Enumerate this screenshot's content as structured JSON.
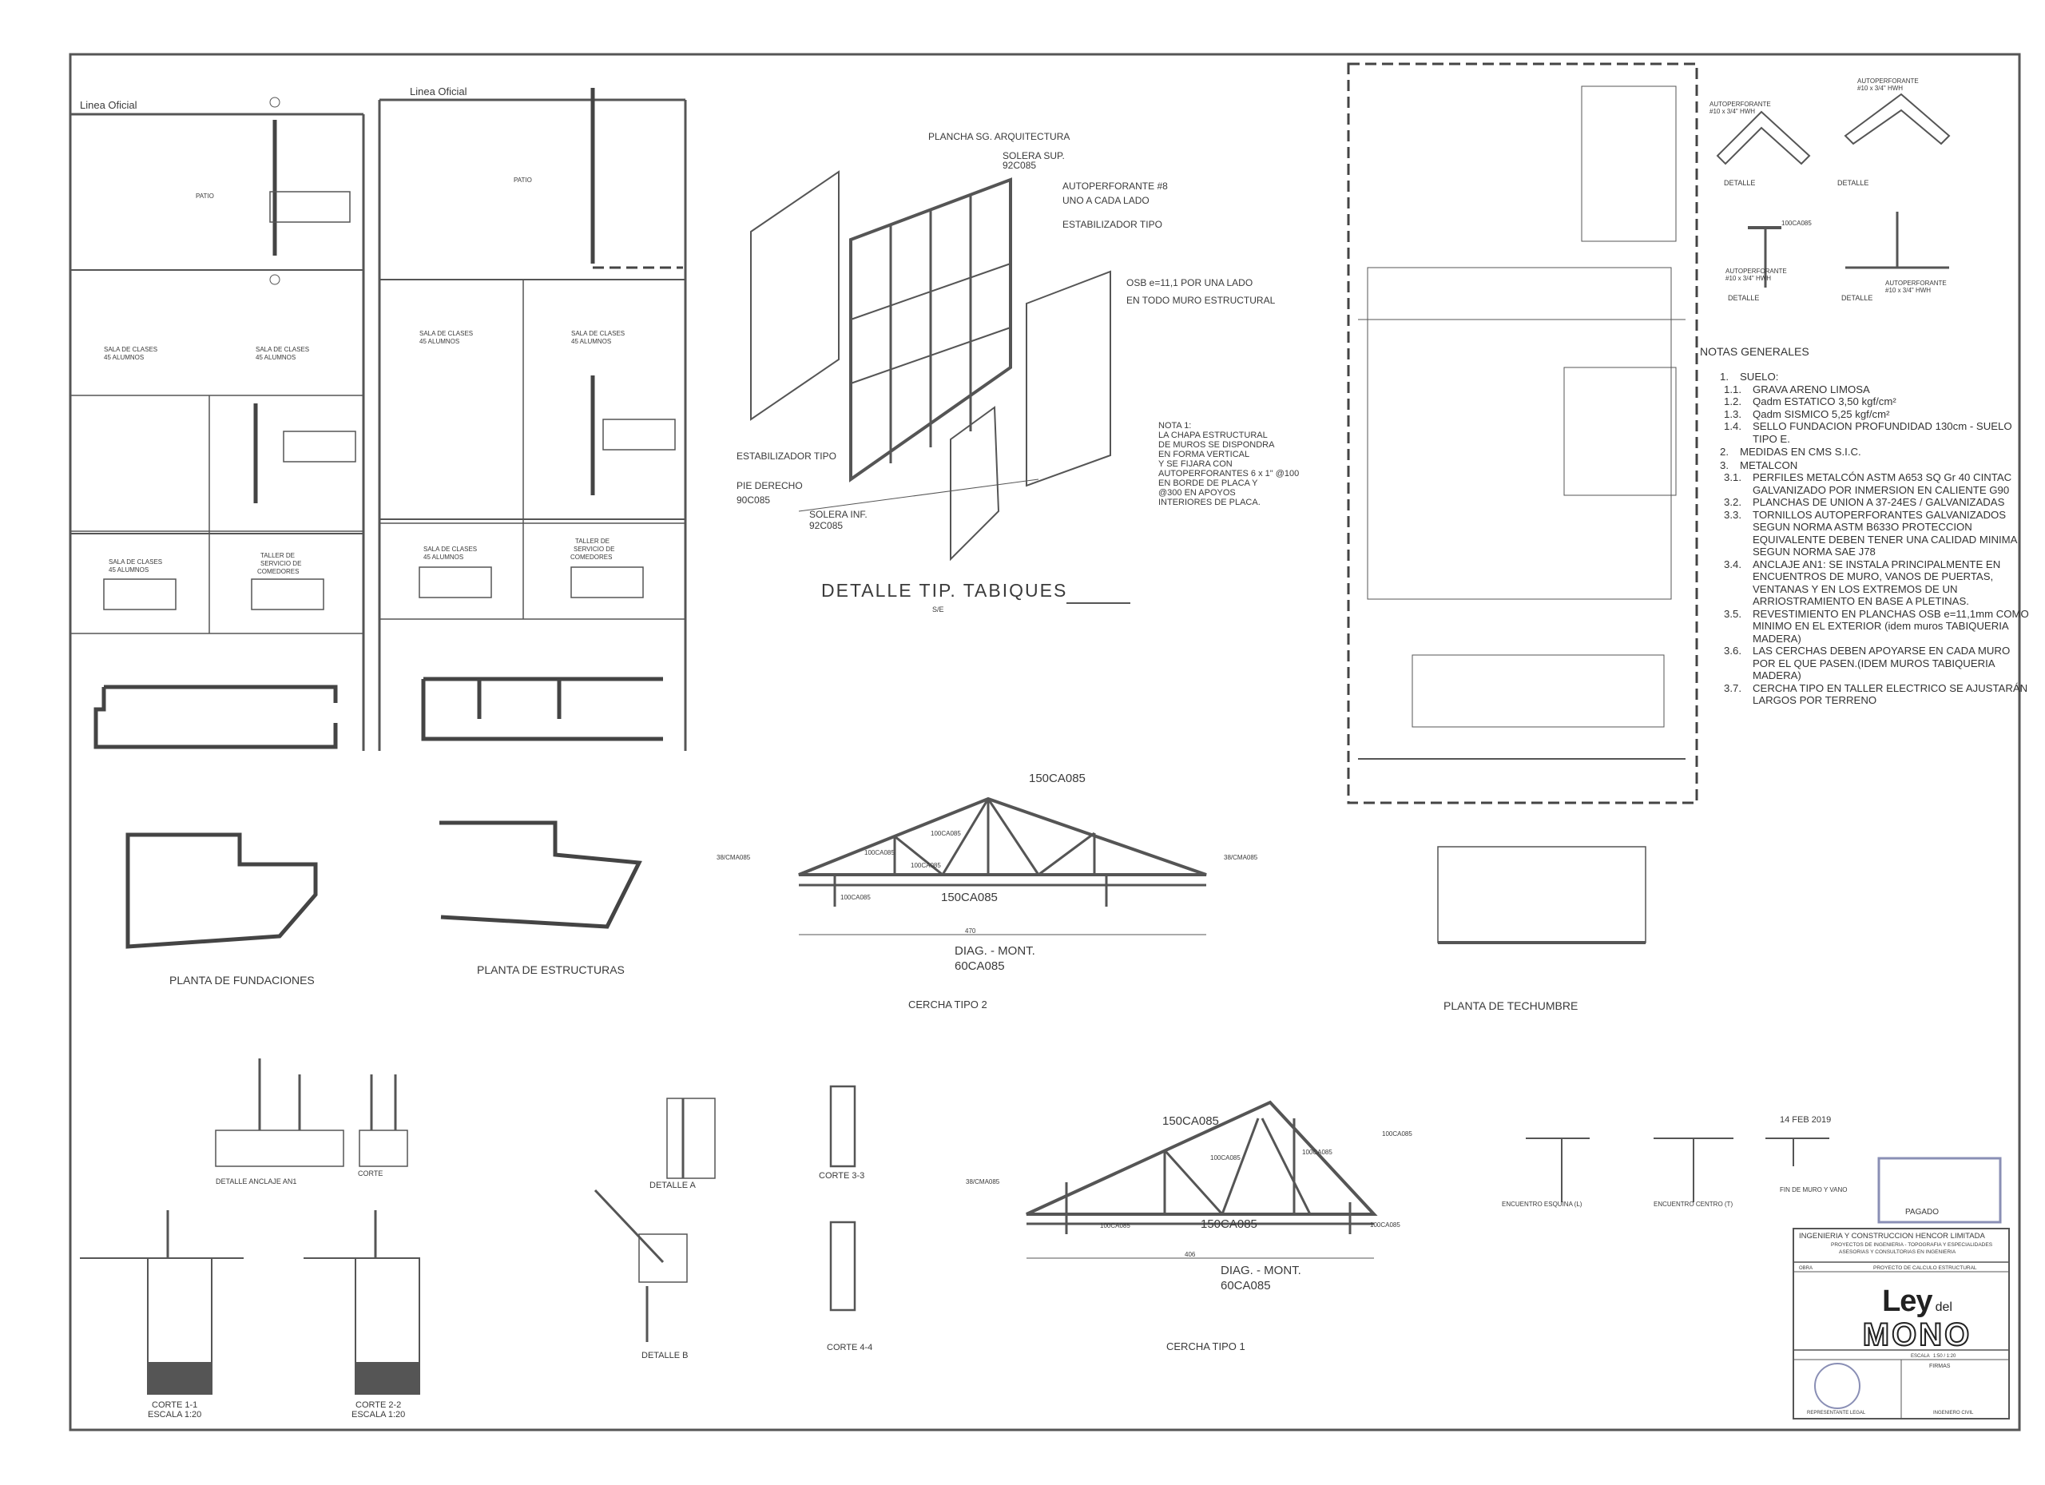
{
  "plan_labels": {
    "linea_oficial_1": "Linea Oficial",
    "linea_oficial_2": "Linea Oficial",
    "patio_1": "PATIO",
    "patio_2": "PATIO",
    "sala_1": "SALA DE CLASES",
    "sala_1b": "45 ALUMNOS",
    "sala_2": "SALA DE CLASES",
    "sala_2b": "45 ALUMNOS",
    "sala_3": "SALA DE CLASES",
    "sala_3b": "45 ALUMNOS",
    "sala_4": "SALA DE CLASES",
    "sala_4b": "45 ALUMNOS",
    "sala_5": "SALA DE CLASES",
    "sala_5b": "45 ALUMNOS",
    "sala_6": "SALA DE CLASES",
    "sala_6b": "45 ALUMNOS",
    "taller_1a": "TALLER DE",
    "taller_1b": "SERVICIO DE",
    "taller_1c": "COMEDORES",
    "taller_2a": "TALLER DE",
    "taller_2b": "SERVICIO DE",
    "taller_2c": "COMEDORES"
  },
  "tabiques": {
    "plancha": "PLANCHA SG. ARQUITECTURA",
    "solera_sup": "SOLERA SUP.",
    "solera_sup_code": "92C085",
    "autoperforante": "AUTOPERFORANTE #8",
    "uno_cada_lado": "UNO A CADA LADO",
    "estabilizador_1": "ESTABILIZADOR TIPO",
    "osb": "OSB e=11,1 POR UNA LADO",
    "osb_2": "EN TODO MURO ESTRUCTURAL",
    "estabilizador_2": "ESTABILIZADOR TIPO",
    "pie_derecho": "PIE DERECHO",
    "pie_derecho_code": "90C085",
    "solera_inf": "SOLERA INF.",
    "solera_inf_code": "92C085",
    "nota_1": "NOTA 1:",
    "nota_2": "LA CHAPA ESTRUCTURAL",
    "nota_3": "DE MUROS SE DISPONDRA",
    "nota_4": "EN FORMA VERTICAL",
    "nota_5": "Y SE FIJARA CON",
    "nota_6": "AUTOPERFORANTES 6 x 1\" @100",
    "nota_7": "EN BORDE DE PLACA Y",
    "nota_8": "@300 EN APOYOS",
    "nota_9": "INTERIORES DE PLACA.",
    "title": "DETALLE TIP. TABIQUES",
    "scale": "S/E"
  },
  "cercha2": {
    "top_code": "150CA085",
    "bottom_code": "150CA085",
    "diag": "DIAG. - MONT.",
    "diag_code": "60CA085",
    "left_label": "38/CMA085",
    "right_label": "38/CMA085",
    "m1": "100CA085",
    "m2": "100CA085",
    "m3": "100CA085",
    "m4": "100CA085",
    "dim_total": "470",
    "title": "CERCHA TIPO 2"
  },
  "cercha1": {
    "top_code": "150CA085",
    "bottom_code": "150CA085",
    "diag": "DIAG. - MONT.",
    "diag_code": "60CA085",
    "left_label": "38/CMA085",
    "right_label": "100CA085",
    "m1": "100CA085",
    "m2": "100CA085",
    "m3": "100CA085",
    "m4": "100CA085",
    "dim_total": "406",
    "title": "CERCHA TIPO 1"
  },
  "plan_titles": {
    "fundaciones": "PLANTA DE FUNDACIONES",
    "estructuras": "PLANTA DE ESTRUCTURAS",
    "techumbre": "PLANTA DE TECHUMBRE"
  },
  "details": {
    "autoperforante_1": "AUTOPERFORANTE",
    "autoperforante_1b": "#10 x 3/4\" HWH",
    "autoperforante_2": "AUTOPERFORANTE",
    "autoperforante_2b": "#10 x 3/4\" HWH",
    "code_1": "100CA085",
    "autoperforante_3": "AUTOPERFORANTE",
    "autoperforante_3b": "#10 x 3/4\" HWH",
    "autoperforante_4": "AUTOPERFORANTE",
    "autoperforante_4b": "#10 x 3/4\" HWH",
    "detalle_1": "DETALLE",
    "detalle_2": "DETALLE",
    "detalle_3": "DETALLE",
    "detalle_4": "DETALLE",
    "anclaje": "DETALLE ANCLAJE AN1",
    "corte_x": "CORTE",
    "corte_11": "CORTE 1-1",
    "corte_11_esc": "ESCALA 1:20",
    "corte_22": "CORTE 2-2",
    "corte_22_esc": "ESCALA 1:20",
    "detalle_a": "DETALLE A",
    "detalle_b": "DETALLE B",
    "corte_33": "CORTE 3-3",
    "corte_44": "CORTE 4-4",
    "encuentro_l": "ENCUENTRO ESQUINA (L)",
    "encuentro_t": "ENCUENTRO CENTRO (T)",
    "fin_muro": "FIN DE MURO Y VANO"
  },
  "notes": {
    "heading": "NOTAS GENERALES",
    "items": [
      {
        "num": "1.",
        "text": "SUELO:",
        "level": 1
      },
      {
        "num": "1.1.",
        "text": "GRAVA ARENO LIMOSA",
        "level": 2
      },
      {
        "num": "1.2.",
        "text": "Qadm ESTATICO 3,50 kgf/cm²",
        "level": 2
      },
      {
        "num": "1.3.",
        "text": "Qadm SISMICO 5,25 kgf/cm²",
        "level": 2
      },
      {
        "num": "1.4.",
        "text": "SELLO FUNDACION PROFUNDIDAD 130cm - SUELO TIPO E.",
        "level": 2
      },
      {
        "num": "2.",
        "text": "MEDIDAS EN CMS S.I.C.",
        "level": 1
      },
      {
        "num": "3.",
        "text": "METALCON",
        "level": 1
      },
      {
        "num": "3.1.",
        "text": "PERFILES METALCÓN ASTM A653 SQ Gr 40 CINTAC GALVANIZADO POR INMERSION EN CALIENTE G90",
        "level": 2
      },
      {
        "num": "3.2.",
        "text": "PLANCHAS DE UNION A 37-24ES / GALVANIZADAS",
        "level": 2
      },
      {
        "num": "3.3.",
        "text": "TORNILLOS AUTOPERFORANTES GALVANIZADOS SEGUN NORMA ASTM B633O PROTECCION EQUIVALENTE DEBEN TENER UNA CALIDAD MINIMA SEGUN NORMA SAE J78",
        "level": 2
      },
      {
        "num": "3.4.",
        "text": "ANCLAJE AN1: SE INSTALA PRINCIPALMENTE EN ENCUENTROS DE MURO, VANOS DE PUERTAS, VENTANAS Y EN LOS EXTREMOS DE UN ARRIOSTRAMIENTO EN BASE A PLETINAS.",
        "level": 2
      },
      {
        "num": "3.5.",
        "text": "REVESTIMIENTO EN PLANCHAS OSB e=11,1mm COMO MINIMO EN EL EXTERIOR (idem muros TABIQUERIA MADERA)",
        "level": 2
      },
      {
        "num": "3.6.",
        "text": "LAS CERCHAS DEBEN APOYARSE EN CADA MURO POR EL QUE PASEN.(IDEM MUROS TABIQUERIA MADERA)",
        "level": 2
      },
      {
        "num": "3.7.",
        "text": "CERCHA TIPO EN TALLER ELECTRICO SE AJUSTARÁN LARGOS POR TERRENO",
        "level": 2
      }
    ]
  },
  "stamp": {
    "date": "14 FEB 2019",
    "pagado": "PAGADO"
  },
  "title_block": {
    "company": "INGENIERIA Y CONSTRUCCION HENCOR LIMITADA",
    "company_sub": "PROYECTOS DE INGENIERIA - TOPOGRAFIA Y ESPECIALIDADES",
    "company_sub2": "ASESORIAS Y CONSULTORIAS EN INGENIERIA",
    "obra_label": "OBRA",
    "project": "PROYECTO DE CALCULO ESTRUCTURAL",
    "logo_ley": "Ley",
    "logo_del": "del",
    "logo_mono": "MONO",
    "escala_label": "ESCALA",
    "escala": "1:50 / 1:20",
    "firmas": "FIRMAS",
    "rep_legal": "REPRESENTANTE LEGAL",
    "ingeniero": "INGENIERO CIVIL"
  }
}
